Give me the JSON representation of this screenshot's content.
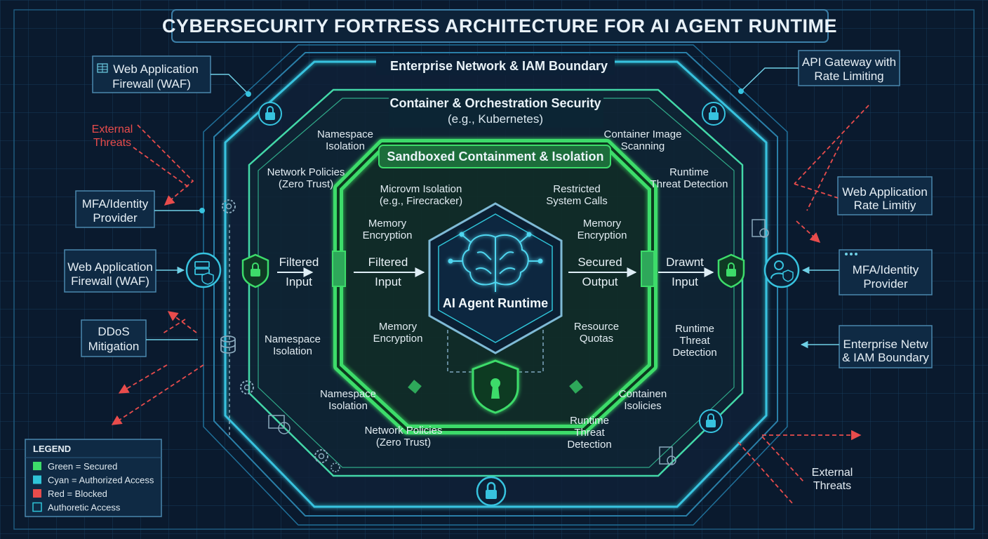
{
  "title": "CYBERSECURITY FORTRESS ARCHITECTURE FOR AI AGENT RUNTIME",
  "colors": {
    "background": "#0a1a2e",
    "secured": "#3ddc6a",
    "authorized": "#2fc4d8",
    "blocked": "#e84c4c",
    "panel": "#0f2a44"
  },
  "rings": {
    "outer": {
      "title": "Enterprise Network & IAM Boundary"
    },
    "middle": {
      "title": "Container & Orchestration Security",
      "subtitle": "(e.g., Kubernetes)"
    },
    "inner": {
      "title": "Sandboxed Containment & Isolation"
    },
    "core": {
      "label": "AI Agent Runtime",
      "icon": "brain-circuit-icon"
    }
  },
  "middle_labels": {
    "ns_top": [
      "Namespace",
      "Isolation"
    ],
    "netpol_top": [
      "Network Policies",
      "(Zero Trust)"
    ],
    "ns_left": [
      "Namespace",
      "Isolation"
    ],
    "ns_bottom": [
      "Namespace",
      "Isolation"
    ],
    "netpol_bottom": [
      "Network Policies",
      "(Zero Trust)"
    ],
    "img_scan": [
      "Container Image",
      "Scanning"
    ],
    "rt_top": [
      "Runtime",
      "Threat Detection"
    ],
    "rt_right": [
      "Runtime",
      "Threat",
      "Detection"
    ],
    "cont_pol": [
      "Containen",
      "Isolicies"
    ],
    "rt_bottom": [
      "Runtime",
      "Threat",
      "Detection"
    ]
  },
  "inner_labels": {
    "microvm": [
      "Microvm Isolation",
      "(e.g., Firecracker)"
    ],
    "restricted": [
      "Restricted",
      "System Calls"
    ],
    "mem_tl": [
      "Memory",
      "Encryption"
    ],
    "mem_tr": [
      "Memory",
      "Encryption"
    ],
    "mem_bl": [
      "Memory",
      "Encryption"
    ],
    "quotas": [
      "Resource",
      "Quotas"
    ]
  },
  "flows": {
    "outer_in": [
      "Filtered",
      "Input"
    ],
    "inner_in": [
      "Filtered",
      "Input"
    ],
    "inner_out": [
      "Secured",
      "Output"
    ],
    "outer_out": [
      "Drawnt",
      "Input"
    ]
  },
  "left_boxes": {
    "waf_top": [
      "Web Application",
      "Firewall (WAF)"
    ],
    "mfa": [
      "MFA/Identity",
      "Provider"
    ],
    "waf": [
      "Web Application",
      "Firewall (WAF)"
    ],
    "ddos": [
      "DDoS",
      "Mitigation"
    ]
  },
  "right_boxes": {
    "api": [
      "API Gateway with",
      "Rate Limiting"
    ],
    "waf_rate": [
      "Web Application",
      "Rate Limitiy"
    ],
    "mfa": [
      "MFA/Identity",
      "Provider"
    ],
    "enterprise": [
      "Enterprise Netw",
      "& IAM Boundary"
    ]
  },
  "threats": {
    "left": [
      "External",
      "Threats"
    ],
    "right": [
      "External",
      "Threats"
    ]
  },
  "legend": {
    "title": "LEGEND",
    "items": [
      {
        "label": "Green = Secured",
        "color": "#3ddc6a",
        "style": "fill"
      },
      {
        "label": "Cyan = Authorized Access",
        "color": "#2fc4d8",
        "style": "fill"
      },
      {
        "label": "Red = Blocked",
        "color": "#e84c4c",
        "style": "fill"
      },
      {
        "label": "Authoretic Access",
        "color": "#2fc4d8",
        "style": "outline"
      }
    ]
  }
}
